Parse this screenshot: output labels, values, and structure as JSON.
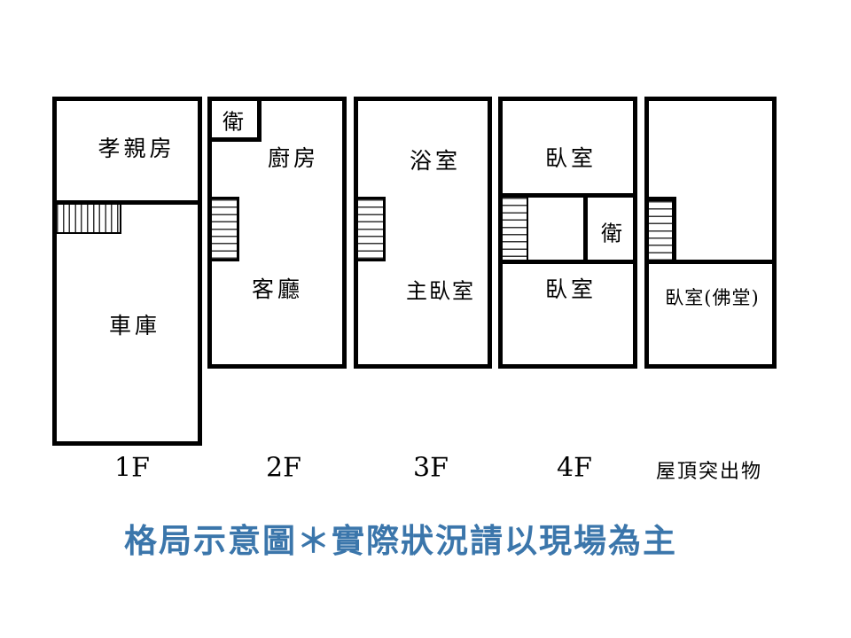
{
  "caption": {
    "text": "格局示意圖＊實際狀況請以現場為主",
    "color": "#3b76ab"
  },
  "colors": {
    "line": "#000000",
    "background": "#ffffff"
  },
  "floors": [
    {
      "label": "1F",
      "rooms": {
        "elder_room": "孝親房",
        "garage": "車庫"
      }
    },
    {
      "label": "2F",
      "rooms": {
        "bath": "衛",
        "kitchen": "廚房",
        "living_room": "客廳"
      }
    },
    {
      "label": "3F",
      "rooms": {
        "bathroom": "浴室",
        "master_bedroom": "主臥室"
      }
    },
    {
      "label": "4F",
      "rooms": {
        "bedroom_front": "臥室",
        "bath": "衛",
        "bedroom_rear": "臥室"
      }
    },
    {
      "label": "屋頂突出物",
      "rooms": {
        "bedroom_shrine": "臥室(佛堂)"
      }
    }
  ]
}
